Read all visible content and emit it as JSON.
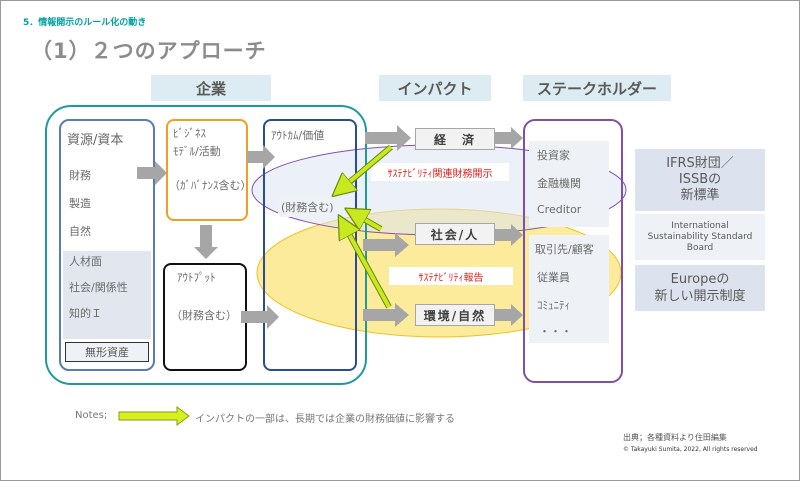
{
  "slide": {
    "section": "5．情報開示のルール化の動き",
    "title": "（1）２つのアプローチ"
  },
  "headers": {
    "company": "企業",
    "impact": "インパクト",
    "stakeholder": "ステークホルダー"
  },
  "resources": {
    "title": "資源/資本",
    "items": [
      "財務",
      "製造",
      "自然",
      "人材面",
      "社会/関係性",
      "知的Ｉ"
    ],
    "intangible": "無形資産"
  },
  "business": {
    "line1": "ﾋﾞｼﾞﾈｽ",
    "line2": "ﾓﾃﾞﾙ/活動",
    "note": "（ｶﾞﾊﾞﾅﾝｽ含む）"
  },
  "output": {
    "title": "ｱｳﾄﾌﾟｯﾄ",
    "note": "（財務含む）"
  },
  "outcome": {
    "title": "ｱｳﾄｶﾑ/価値",
    "note": "(財務含む)"
  },
  "impacts": {
    "economy": "経　済",
    "society": "社会/人",
    "environment": "環境/自然",
    "fin_disclosure": "ｻｽﾃﾅﾋﾞﾘﾃｨ関連財務開示",
    "sus_report": "ｻｽﾃﾅﾋﾞﾘﾃｨ報告"
  },
  "stakeholders": {
    "items": [
      "投資家",
      "金融機関",
      "Creditor",
      "取引先/顧客",
      "従業員",
      "ｺﾐｭﾆﾃｨ",
      "・・・"
    ]
  },
  "right": {
    "ifrs": "IFRS財団／\nISSBの\n新標準",
    "issb_en": "International\nSustainability Standard\nBoard",
    "europe": "Europeの\n新しい開示制度"
  },
  "notes": {
    "label": "Notes;",
    "text": "インパクトの一部は、長期では企業の財務価値に影響する"
  },
  "footer": {
    "source": "出典；各種資料より住田編集",
    "copyright": "©  Takayuki Sumita, 2022, All rights reserved"
  },
  "colors": {
    "teal": "#1e9a9a",
    "orange": "#f0a020",
    "navy": "#2a4a9a",
    "purple": "#8050a8",
    "yellow_fill": "#fbe88a",
    "arrow_green": "#c8e820",
    "red_text": "#e0201a"
  }
}
